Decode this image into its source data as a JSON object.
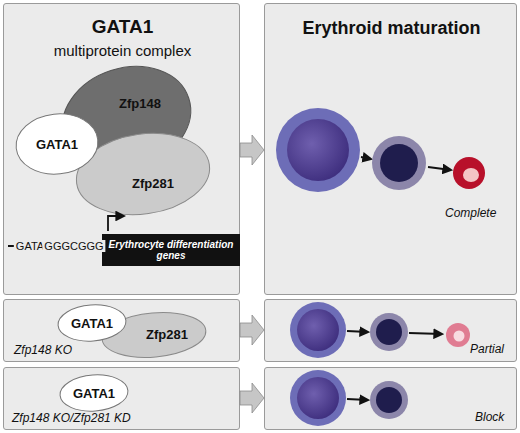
{
  "diagram": {
    "nodes": [
      {
        "text": [
          "GATA1",
          "multiprotein complex"
        ]
      },
      {
        "text": [
          "Zfp148"
        ],
        "in": 0
      },
      {
        "text": [
          "GATA1"
        ],
        "in": 0
      },
      {
        "text": [
          "Zfp281"
        ],
        "in": 0
      },
      {
        "text": [
          "Erythrocyte differentiation genes"
        ],
        "in": 0
      },
      {
        "text": [
          "Erythroid maturation",
          "Complete"
        ]
      },
      {
        "text": [
          "Zfp148 KO"
        ]
      },
      {
        "text": [
          "GATA1"
        ],
        "in": 6
      },
      {
        "text": [
          "Zfp281"
        ],
        "in": 6
      },
      {
        "text": [
          "Partial"
        ]
      },
      {
        "text": [
          "Zfp148 KO/Zfp281 KD"
        ]
      },
      {
        "text": [
          "GATA1"
        ],
        "in": 10
      },
      {
        "text": [
          "Block"
        ]
      }
    ],
    "edges": [
      {
        "from": 0,
        "to": 5,
        "arrow": "to"
      },
      {
        "from": 6,
        "to": 9,
        "arrow": "to"
      },
      {
        "from": 10,
        "to": 12,
        "arrow": "to"
      }
    ],
    "labels": [
      "GATA",
      "GGGCGGG"
    ]
  }
}
